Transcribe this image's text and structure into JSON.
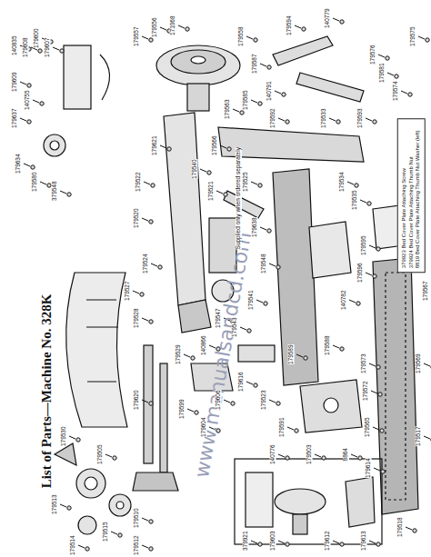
{
  "diagram": {
    "title": "List of Parts—Machine No. 328K",
    "nodes": [
      {
        "text": [
          "379923 Bed Cover Plate Attaching Screw",
          "379924 Bed Cover Plate Attaching Thumb Nut",
          "8819 Bed Cover Plate Attaching Thumb Nut Washer (left)"
        ]
      }
    ],
    "labels": [
      "www.manualsandcd.com",
      "Supplied only when ordered separately",
      "140835",
      "179608",
      "179600",
      "179607",
      "179609",
      "140755",
      "179637",
      "179634",
      "179580",
      "379548",
      "179557",
      "179556",
      "171068",
      "179558",
      "179587",
      "140791",
      "179585",
      "179563",
      "179566",
      "179621",
      "179522",
      "179520",
      "179524",
      "179527",
      "179528",
      "179529",
      "140866",
      "179547",
      "179543",
      "179541",
      "179548",
      "179638",
      "179525",
      "179521",
      "179540",
      "179620",
      "179599",
      "179604",
      "179606",
      "179616",
      "179523",
      "179591",
      "179589",
      "179588",
      "140782",
      "179535",
      "179534",
      "179533",
      "179576",
      "179581",
      "179574",
      "179575",
      "140779",
      "179594",
      "179592",
      "179593",
      "179595",
      "179596",
      "179573",
      "179572",
      "8864",
      "179518",
      "179517",
      "179569",
      "179567",
      "179565",
      "140776",
      "179503",
      "179505",
      "179530",
      "179513",
      "179514",
      "179515",
      "179512",
      "179510",
      "379921",
      "179603",
      "179612",
      "179613",
      "179614"
    ]
  }
}
